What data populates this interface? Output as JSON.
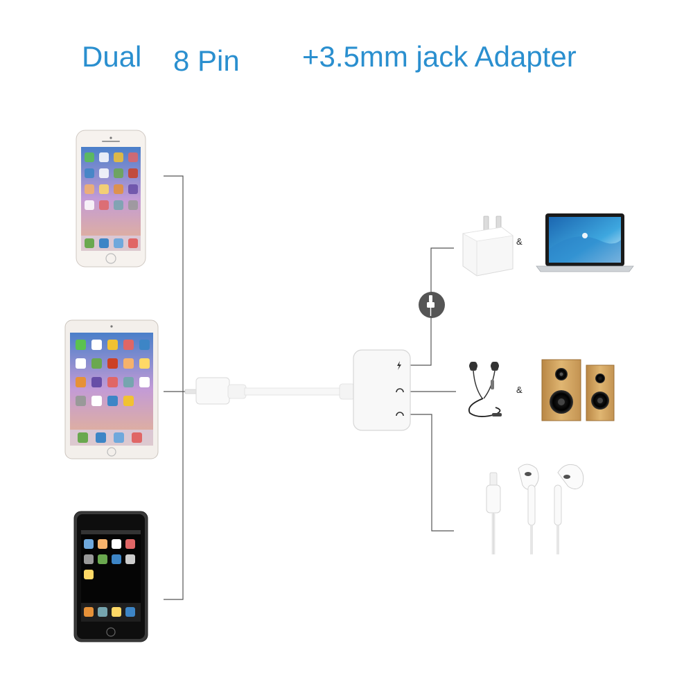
{
  "title": {
    "part1": "Dual",
    "part2": "8 Pin",
    "part3": "+3.5mm jack Adapter"
  },
  "left_devices": [
    {
      "icon": "iphone-icon"
    },
    {
      "icon": "ipad-mini-icon"
    },
    {
      "icon": "ipod-touch-icon"
    }
  ],
  "right_devices": [
    {
      "icon": "power-adapter-icon"
    },
    {
      "icon": "laptop-icon"
    },
    {
      "icon": "earphones-icon"
    },
    {
      "icon": "speakers-icon"
    },
    {
      "icon": "lightning-earpods-icon"
    }
  ],
  "joiners": {
    "row1": "&",
    "row2": "&"
  },
  "colors": {
    "title": "#2a8fcf",
    "line": "#555555"
  }
}
